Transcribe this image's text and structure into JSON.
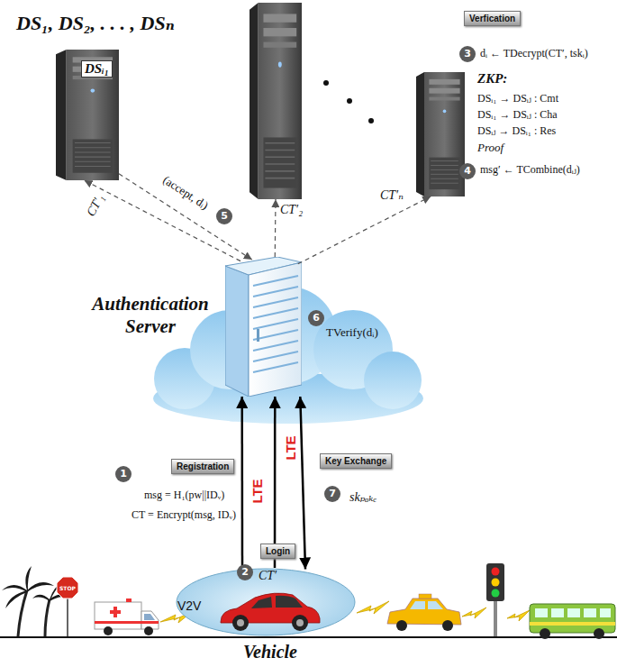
{
  "diagram": {
    "nodes": [
      {
        "text": [
          "DSᵢ₁"
        ]
      },
      {
        "text": [
          "CT′₂"
        ]
      },
      {
        "text": [
          "CT′ₙ"
        ]
      },
      {
        "text": [
          "Authentication Server"
        ]
      },
      {
        "text": [
          "CT′"
        ]
      }
    ],
    "edges": [
      {
        "from": 3,
        "to": 0,
        "arrow": "to",
        "label": "CT′₁"
      },
      {
        "from": 0,
        "to": 3,
        "arrow": "to",
        "label": "(accept, dᵢ)"
      },
      {
        "from": 3,
        "to": 1,
        "arrow": "to"
      },
      {
        "from": 3,
        "to": 2,
        "arrow": "to"
      },
      {
        "from": 4,
        "to": 3,
        "arrow": "to",
        "label": "LTE"
      },
      {
        "from": 4,
        "to": 3,
        "arrow": "to",
        "label": "LTE"
      },
      {
        "from": 4,
        "to": 3,
        "arrow": "both"
      }
    ],
    "labels": [
      "DS₁, DS₂, . . . , DSₙ",
      "Verfication",
      "3",
      "dᵢ ← TDecrypt(CT′, tskᵢ)",
      "ZKP:",
      "DSᵢ₁ → DSᵢⱼ : Cmt",
      "DSᵢ₁ → DSᵢⱼ : Cha",
      "DSᵢⱼ → DSᵢ₁ : Res",
      "Proof",
      "4",
      "msg′ ← TCombine(dᵢⱼ)",
      "5",
      "6",
      "TVerify(dᵢ)",
      "1",
      "Registration",
      "msg = H₁(pw||IDᵥ)",
      "CT = Encrypt(msg, IDᵥ)",
      "Key Exchange",
      "7",
      "skₚₐₖₑ",
      "Login",
      "2",
      "V2V",
      "STOP",
      "Vehicle"
    ]
  }
}
